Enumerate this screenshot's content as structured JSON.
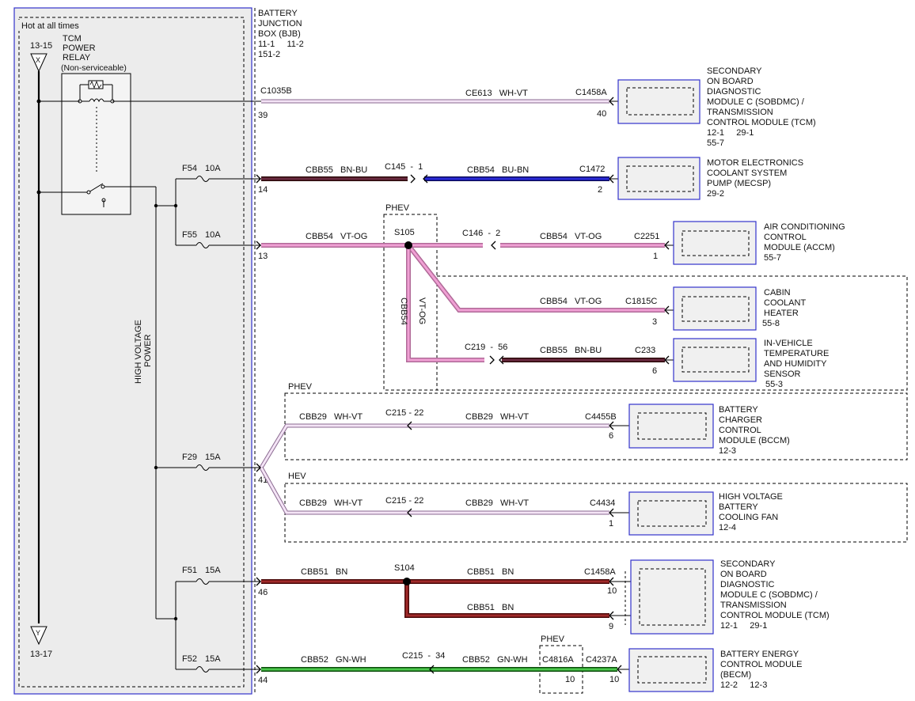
{
  "diagram": {
    "bjb": {
      "hot_label": "Hot at all times",
      "title": [
        "BATTERY",
        "JUNCTION",
        "BOX (BJB)",
        "11-1     11-2",
        "151-2"
      ],
      "power_top_ref": "13-15",
      "power_bottom_ref": "13-17",
      "relay_label": [
        "TCM",
        "POWER",
        "RELAY",
        "(Non-serviceable)"
      ],
      "hv_label": [
        "HIGH VOLTAGE",
        "POWER"
      ],
      "fuses": [
        {
          "name": "F54",
          "rating": "10A"
        },
        {
          "name": "F55",
          "rating": "10A"
        },
        {
          "name": "F29",
          "rating": "15A"
        },
        {
          "name": "F51",
          "rating": "15A"
        },
        {
          "name": "F52",
          "rating": "15A"
        }
      ]
    },
    "pins": {
      "c1035b": "C1035B",
      "p39": "39",
      "p14": "14",
      "p13": "13",
      "p41": "41",
      "p46": "46",
      "p44": "44"
    },
    "groups": {
      "phev1": "PHEV",
      "phev2": "PHEV",
      "hev": "HEV",
      "phev3": "PHEV"
    },
    "splices": {
      "s105": "S105",
      "s104": "S104"
    },
    "wires": [
      {
        "id": "w1",
        "text": "CE613   WH-VT"
      },
      {
        "id": "w2a",
        "text": "CBB55   BN-BU"
      },
      {
        "id": "w2c",
        "text": "C145  -  1"
      },
      {
        "id": "w2b",
        "text": "CBB54   BU-BN"
      },
      {
        "id": "w3a",
        "text": "CBB54   VT-OG"
      },
      {
        "id": "w3c",
        "text": "C146  -  2"
      },
      {
        "id": "w3b",
        "text": "CBB54   VT-OG"
      },
      {
        "id": "w4",
        "text": "CBB54   VT-OG"
      },
      {
        "id": "w5c",
        "text": "C219  -  56"
      },
      {
        "id": "w5",
        "text": "CBB55   BN-BU"
      },
      {
        "id": "w6a",
        "text": "CBB29   WH-VT"
      },
      {
        "id": "w6c",
        "text": "C215 - 22"
      },
      {
        "id": "w6b",
        "text": "CBB29   WH-VT"
      },
      {
        "id": "w7a",
        "text": "CBB29   WH-VT"
      },
      {
        "id": "w7c",
        "text": "C215 - 22"
      },
      {
        "id": "w7b",
        "text": "CBB29   WH-VT"
      },
      {
        "id": "w8a",
        "text": "CBB51   BN"
      },
      {
        "id": "w8b",
        "text": "CBB51   BN"
      },
      {
        "id": "w9",
        "text": "CBB51   BN"
      },
      {
        "id": "w10a",
        "text": "CBB52   GN-WH"
      },
      {
        "id": "w10c",
        "text": "C215  -  34"
      },
      {
        "id": "w10b",
        "text": "CBB52   GN-WH"
      }
    ],
    "vertical_wire": {
      "circuit": "CBB54",
      "color": "VT-OG"
    },
    "connectors": [
      {
        "id": "k1",
        "name": "C1458A",
        "pin": "40"
      },
      {
        "id": "k2",
        "name": "C1472",
        "pin": "2"
      },
      {
        "id": "k3",
        "name": "C2251",
        "pin": "1"
      },
      {
        "id": "k4",
        "name": "C1815C",
        "pin": "3"
      },
      {
        "id": "k5",
        "name": "C233",
        "pin": "6"
      },
      {
        "id": "k6",
        "name": "C4455B",
        "pin": "6"
      },
      {
        "id": "k7",
        "name": "C4434",
        "pin": "1"
      },
      {
        "id": "k8",
        "name": "C1458A",
        "pin": "10"
      },
      {
        "id": "k9",
        "name": "",
        "pin": "9"
      },
      {
        "id": "k10",
        "name": "C4237A",
        "pin": "10"
      },
      {
        "id": "k11",
        "name": "C4816A",
        "pin": "10"
      }
    ],
    "modules": [
      {
        "id": "m1",
        "lines": [
          "SECONDARY",
          "ON BOARD",
          "DIAGNOSTIC",
          "MODULE C (SOBDMC) /",
          "TRANSMISSION",
          "CONTROL MODULE (TCM)",
          "12-1     29-1",
          "55-7"
        ]
      },
      {
        "id": "m2",
        "lines": [
          "MOTOR ELECTRONICS",
          "COOLANT SYSTEM",
          "PUMP (MECSP)",
          "29-2"
        ]
      },
      {
        "id": "m3",
        "lines": [
          "AIR CONDITIONING",
          "CONTROL",
          "MODULE (ACCM)",
          "55-7"
        ]
      },
      {
        "id": "m4",
        "lines": [
          "CABIN",
          "COOLANT",
          "HEATER",
          "55-8"
        ]
      },
      {
        "id": "m5",
        "lines": [
          "IN-VEHICLE",
          "TEMPERATURE",
          "AND HUMIDITY",
          "SENSOR",
          "55-3"
        ]
      },
      {
        "id": "m6",
        "lines": [
          "BATTERY",
          "CHARGER",
          "CONTROL",
          "MODULE (BCCM)",
          "12-3"
        ]
      },
      {
        "id": "m7",
        "lines": [
          "HIGH VOLTAGE",
          "BATTERY",
          "COOLING FAN",
          "12-4"
        ]
      },
      {
        "id": "m8",
        "lines": [
          "SECONDARY",
          "ON BOARD",
          "DIAGNOSTIC",
          "MODULE C (SOBDMC) /",
          "TRANSMISSION",
          "CONTROL MODULE (TCM)",
          "12-1     29-1"
        ]
      },
      {
        "id": "m9",
        "lines": [
          "BATTERY ENERGY",
          "CONTROL MODULE",
          "(BECM)",
          "12-2     12-3"
        ]
      }
    ],
    "colors": {
      "wh_vt": "#e0b8e8",
      "bn_bu_main": "#5a1a1a",
      "bu_bn_main": "#1a1ab8",
      "vt_og": "#e88cc8",
      "bn": "#8a2222",
      "gn_wh": "#22a022",
      "blue_box": "#3333cc",
      "module_fill": "#f0f0f0"
    }
  }
}
